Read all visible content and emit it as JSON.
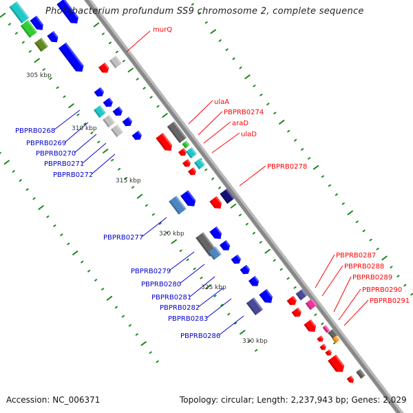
{
  "title": "Photobacterium profundum SS9 chromosome 2, complete sequence",
  "footer": {
    "accession": "Accession: NC_006371",
    "summary": "Topology: circular; Length: 2,237,943 bp; Genes: 2,029"
  },
  "colors": {
    "backbone": "#888888",
    "tick": "#1a8a1a",
    "forward_label": "#ff0000",
    "reverse_label": "#0000cc"
  },
  "kbp_ticks": [
    {
      "label": "305 kbp",
      "pos": 305
    },
    {
      "label": "310 kbp",
      "pos": 310
    },
    {
      "label": "315 kbp",
      "pos": 315
    },
    {
      "label": "320 kbp",
      "pos": 320
    },
    {
      "label": "325 kbp",
      "pos": 325
    },
    {
      "label": "330 kbp",
      "pos": 330
    }
  ],
  "forward_labels": [
    {
      "text": "murQ"
    },
    {
      "text": "ulaA"
    },
    {
      "text": "PBPRB0274"
    },
    {
      "text": "araD"
    },
    {
      "text": "ulaD"
    },
    {
      "text": "PBPRB0278"
    },
    {
      "text": "PBPRB0287"
    },
    {
      "text": "PBPRB0288"
    },
    {
      "text": "PBPRB0289"
    },
    {
      "text": "PBPRB0290"
    },
    {
      "text": "PBPRB0291"
    }
  ],
  "reverse_labels": [
    {
      "text": "PBPRB0268"
    },
    {
      "text": "PBPRB0269"
    },
    {
      "text": "PBPRB0270"
    },
    {
      "text": "PBPRB0271"
    },
    {
      "text": "PBPRB0272"
    },
    {
      "text": "PBPRB0277"
    },
    {
      "text": "PBPRB0279"
    },
    {
      "text": "PBPRB0280"
    },
    {
      "text": "PBPRB0281"
    },
    {
      "text": "PBPRB0282"
    },
    {
      "text": "PBPRB0283"
    },
    {
      "text": "PBPRB0286"
    }
  ]
}
